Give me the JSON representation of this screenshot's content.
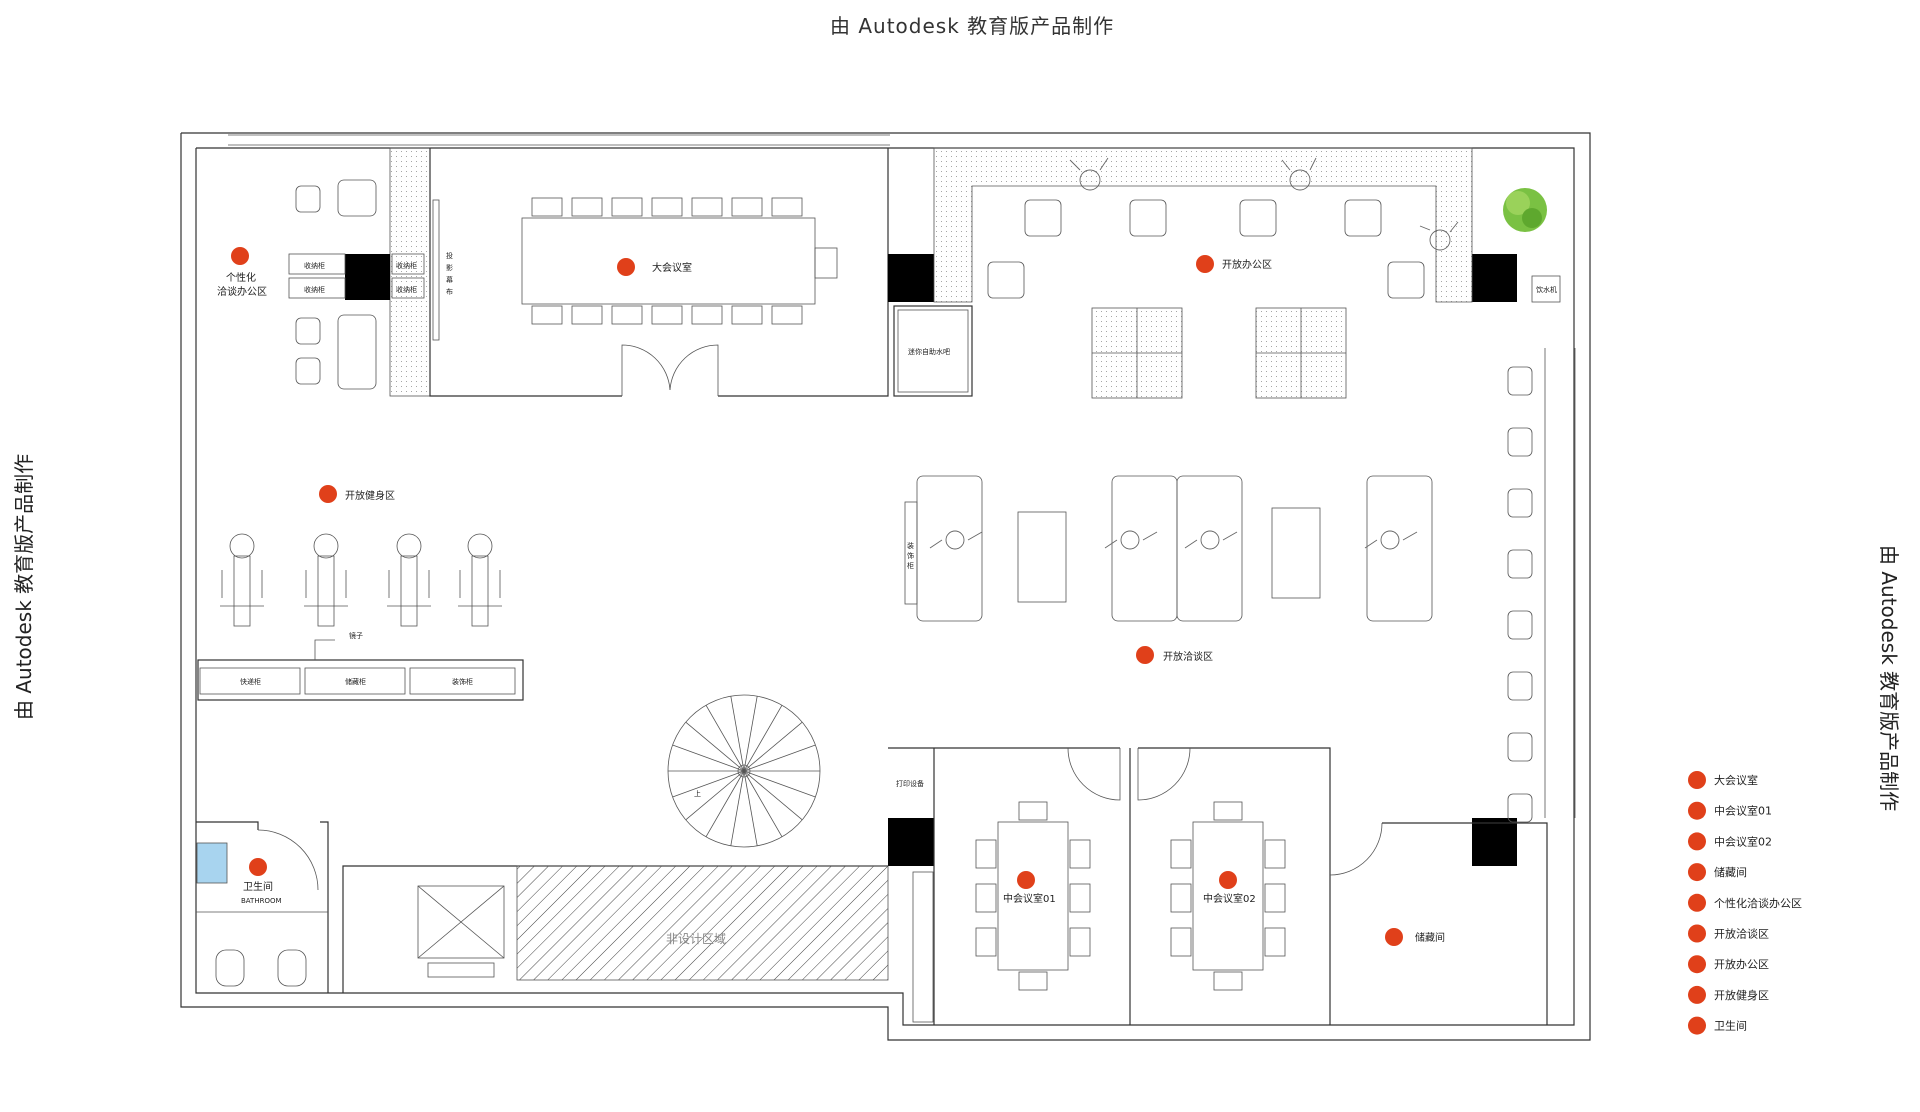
{
  "watermark": {
    "top": "由 Autodesk 教育版产品制作",
    "left": "由 Autodesk 教育版产品制作",
    "right": "由 Autodesk 教育版产品制作"
  },
  "rooms": {
    "big_meeting": "大会议室",
    "open_office": "开放办公区",
    "personal_office": "个性化洽谈办公区",
    "personal_office_l1": "个性化",
    "personal_office_l2": "洽谈办公区",
    "fitness": "开放健身区",
    "open_talk": "开放洽谈区",
    "mid_meeting_01": "中会议室01",
    "mid_meeting_02": "中会议室02",
    "storage": "储藏间",
    "bathroom": "卫生间",
    "bathroom_en": "BATHROOM",
    "non_design": "非设计区域"
  },
  "labels": {
    "storage_cab": "收纳柜",
    "screen": [
      "投",
      "影",
      "幕",
      "布"
    ],
    "minibar": "迷你自助水吧",
    "water": "饮水机",
    "mirror": "镜子",
    "express": "快递柜",
    "storage2": "储藏柜",
    "deco": "装饰柜",
    "deco_v": [
      "装",
      "饰",
      "柜"
    ],
    "printer": "打印设备",
    "stair": "上"
  },
  "legend": [
    {
      "label": "大会议室"
    },
    {
      "label": "中会议室01"
    },
    {
      "label": "中会议室02"
    },
    {
      "label": "储藏间"
    },
    {
      "label": "个性化洽谈办公区"
    },
    {
      "label": "开放洽谈区"
    },
    {
      "label": "开放办公区"
    },
    {
      "label": "开放健身区"
    },
    {
      "label": "卫生间"
    }
  ],
  "colors": {
    "marker": "#e0401a",
    "wall": "#333333",
    "bath": "#a8d4ef",
    "plant": "#7ac143"
  }
}
